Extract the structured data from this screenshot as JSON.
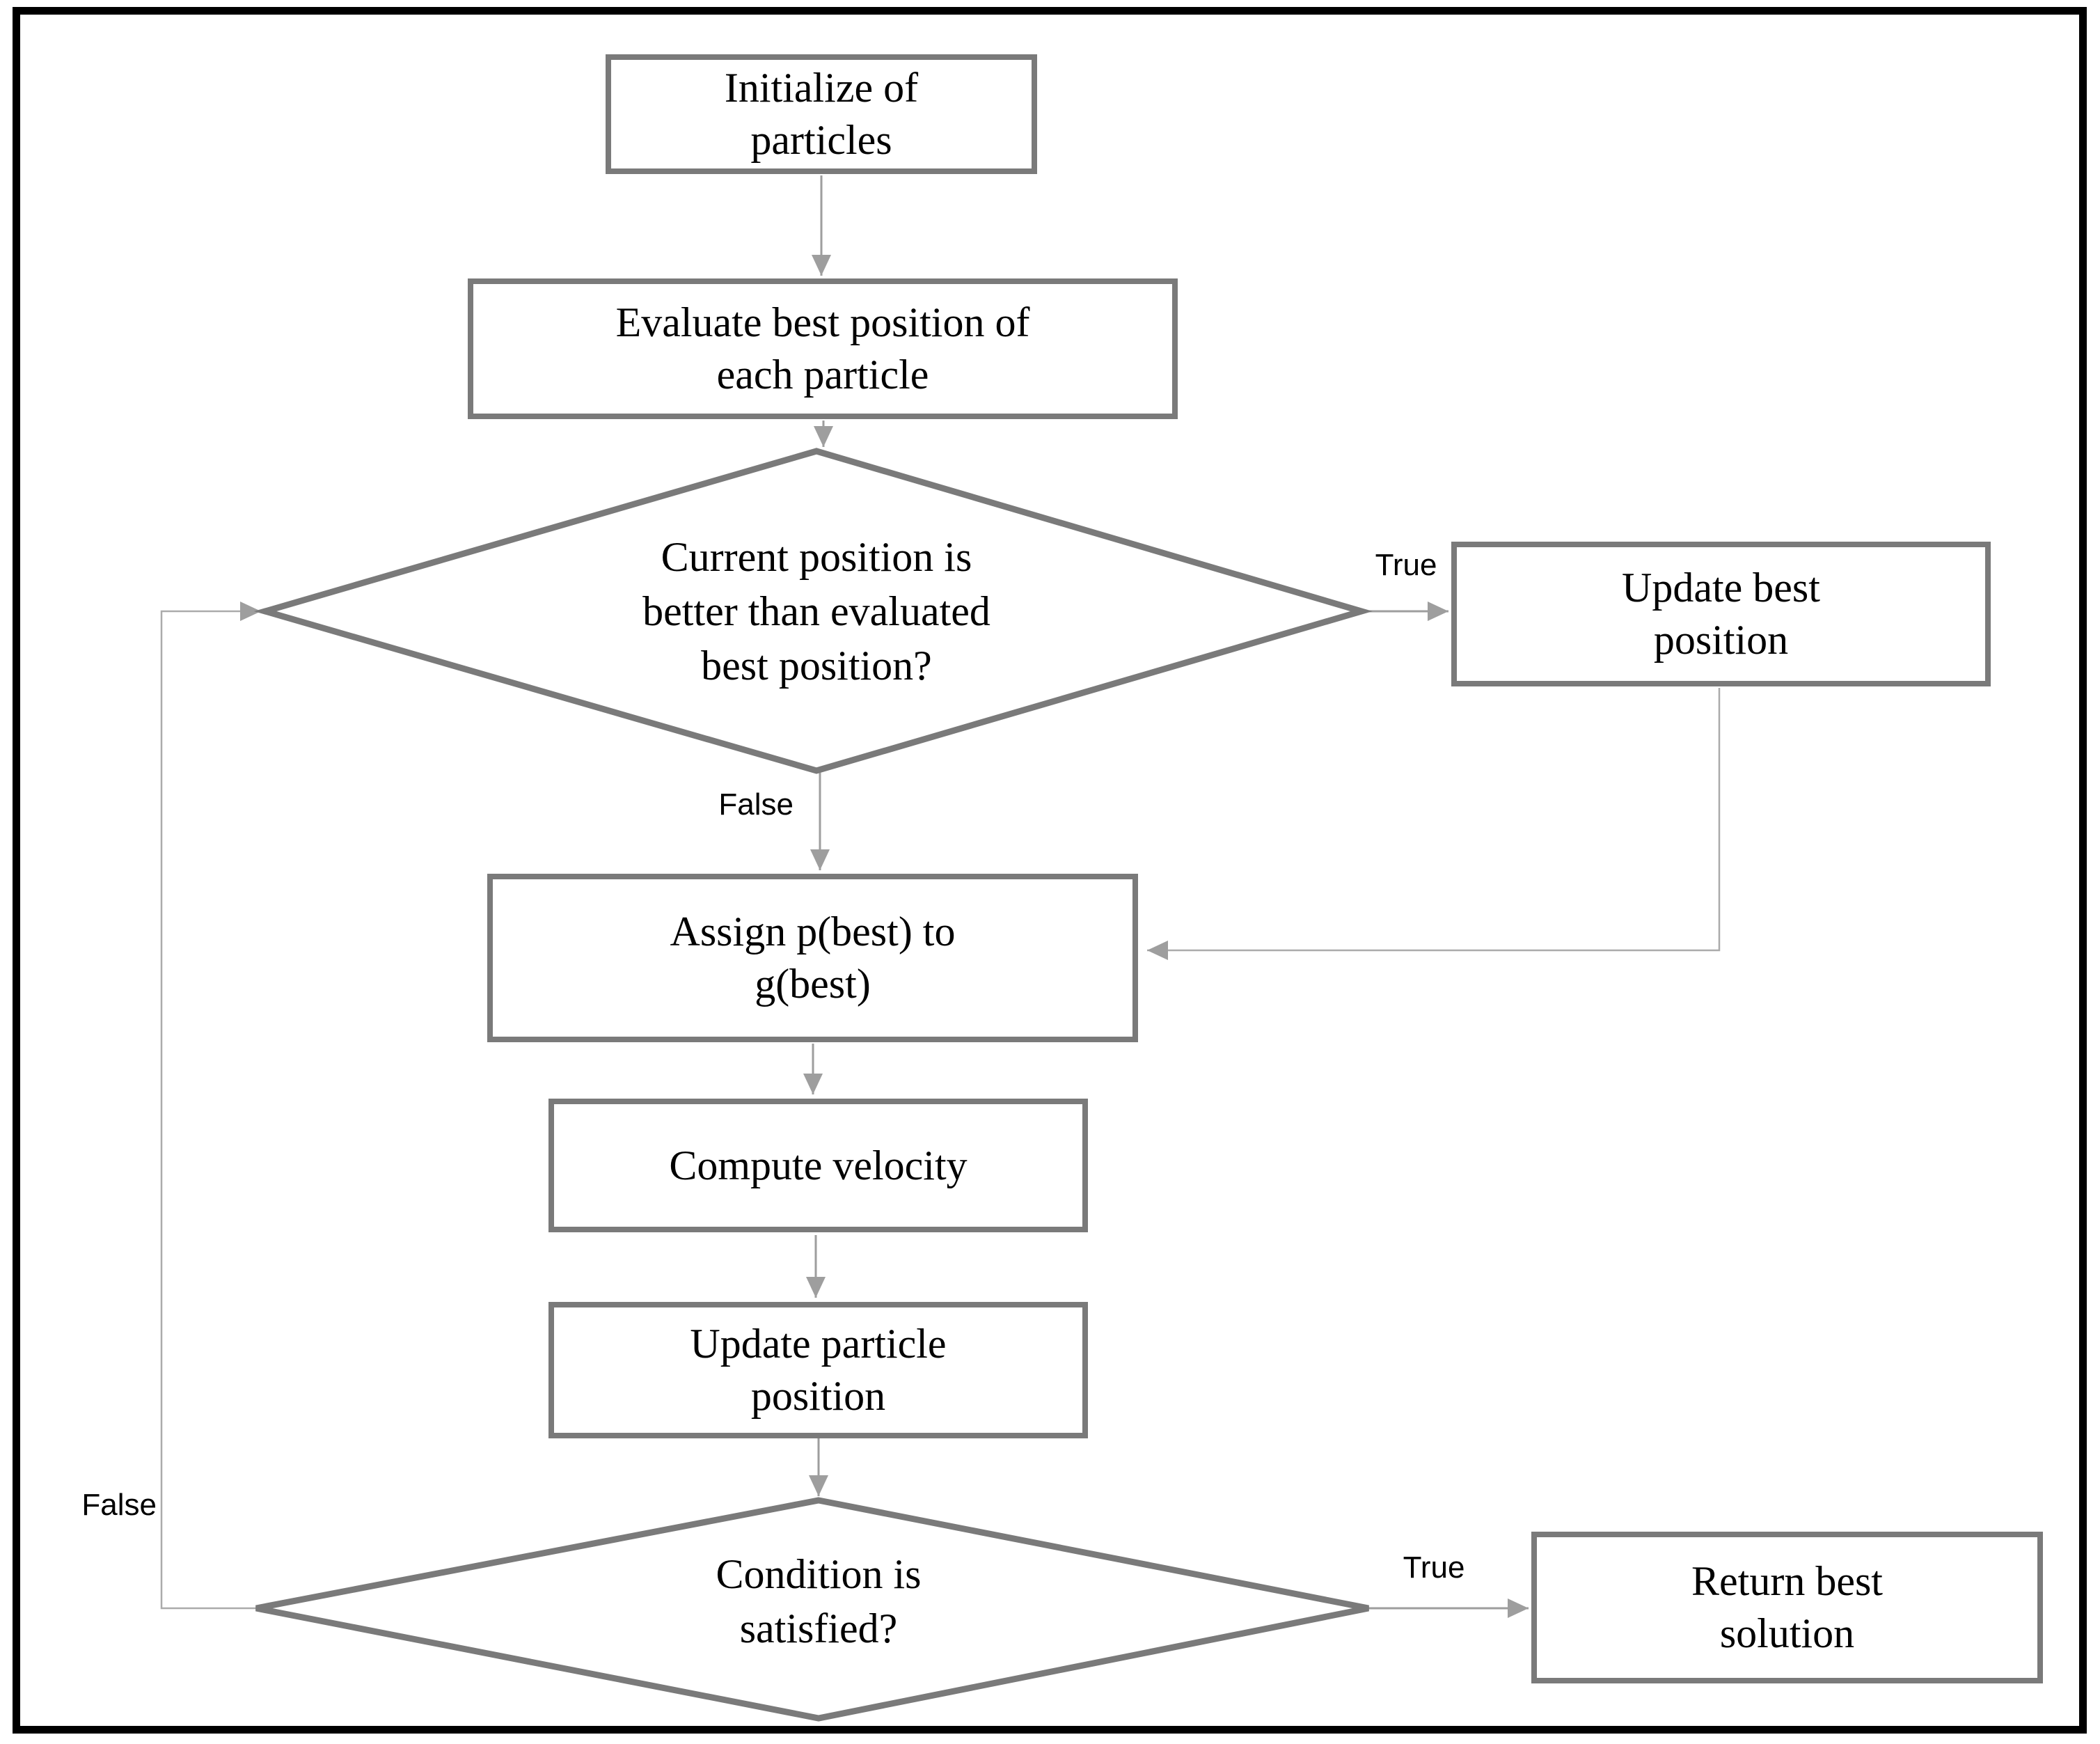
{
  "diagram": {
    "type": "flowchart",
    "nodes": [
      {
        "id": "initialize",
        "shape": "process",
        "lines": [
          "Initialize of",
          "particles"
        ]
      },
      {
        "id": "evaluate",
        "shape": "process",
        "lines": [
          "Evaluate best position of",
          "each particle"
        ]
      },
      {
        "id": "decision-current-better",
        "shape": "decision",
        "lines": [
          "Current position is",
          "better than evaluated",
          "best position?"
        ]
      },
      {
        "id": "update-best",
        "shape": "process",
        "lines": [
          "Update best",
          "position"
        ]
      },
      {
        "id": "assign-pbest",
        "shape": "process",
        "lines": [
          "Assign p(best) to",
          "g(best)"
        ]
      },
      {
        "id": "compute-velocity",
        "shape": "process",
        "lines": [
          "Compute velocity"
        ]
      },
      {
        "id": "update-particle",
        "shape": "process",
        "lines": [
          "Update particle",
          "position"
        ]
      },
      {
        "id": "decision-condition",
        "shape": "decision",
        "lines": [
          "Condition is",
          "satisfied?"
        ]
      },
      {
        "id": "return-best",
        "shape": "process",
        "lines": [
          "Return best",
          "solution"
        ]
      }
    ],
    "edges": [
      {
        "from": "initialize",
        "to": "evaluate",
        "label": ""
      },
      {
        "from": "evaluate",
        "to": "decision-current-better",
        "label": ""
      },
      {
        "from": "decision-current-better",
        "to": "update-best",
        "label": "True"
      },
      {
        "from": "decision-current-better",
        "to": "assign-pbest",
        "label": "False"
      },
      {
        "from": "update-best",
        "to": "assign-pbest",
        "label": ""
      },
      {
        "from": "assign-pbest",
        "to": "compute-velocity",
        "label": ""
      },
      {
        "from": "compute-velocity",
        "to": "update-particle",
        "label": ""
      },
      {
        "from": "update-particle",
        "to": "decision-condition",
        "label": ""
      },
      {
        "from": "decision-condition",
        "to": "return-best",
        "label": "True"
      },
      {
        "from": "decision-condition",
        "to": "decision-current-better",
        "label": "False"
      }
    ],
    "colors": {
      "node_border": "#7a7a7a",
      "connector": "#9e9e9e",
      "text": "#000000",
      "outer_border": "#000000",
      "background": "#ffffff"
    }
  }
}
